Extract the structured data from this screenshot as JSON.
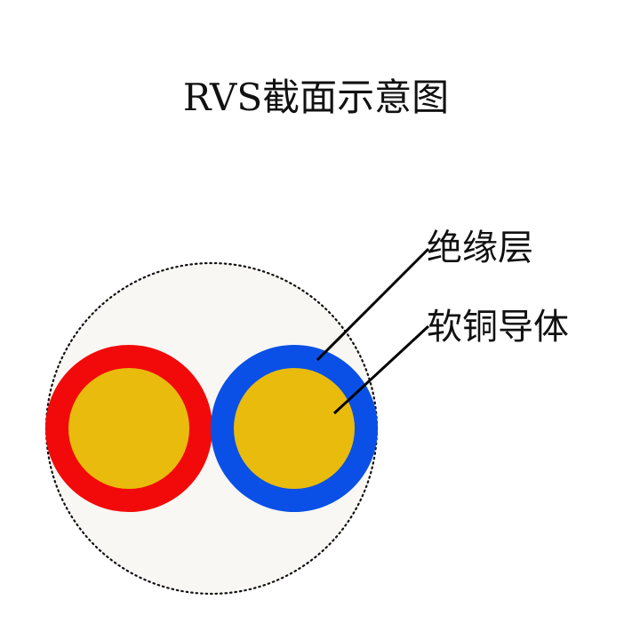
{
  "title": "RVS截面示意图",
  "labels": {
    "insulation": "绝缘层",
    "conductor": "软铜导体"
  },
  "colors": {
    "sheath_fill": "#f8f7f3",
    "sheath_outline": "#111111",
    "left_insulation": "#f20a0a",
    "right_insulation": "#0a50e6",
    "conductor": "#e9bb0c",
    "leader_line": "#000000",
    "text": "#111111"
  }
}
